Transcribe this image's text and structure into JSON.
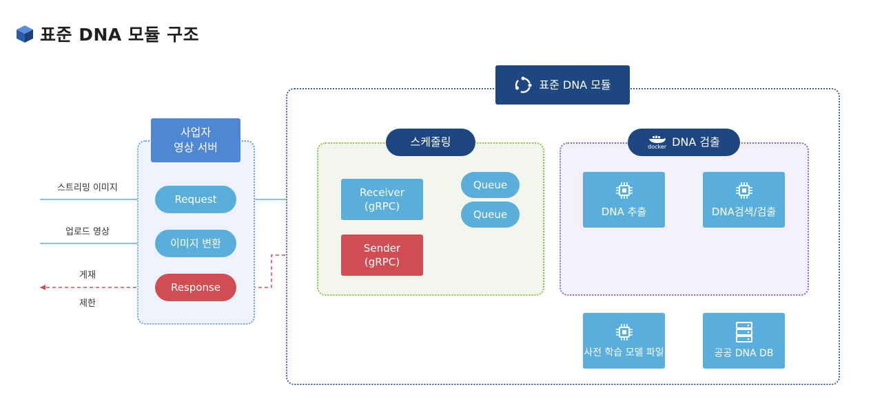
{
  "title": "표준 DNA 모듈 구조",
  "server": {
    "title_line1": "사업자",
    "title_line2": "영상 서버",
    "request": "Request",
    "convert": "이미지 변환",
    "response": "Response"
  },
  "inputs": {
    "stream": "스트리밍 이미지",
    "upload": "업로드 영상",
    "post": "게재",
    "limit": "제한"
  },
  "module": {
    "title": "표준 DNA 모듈"
  },
  "scheduling": {
    "title": "스케줄링",
    "receiver_line1": "Receiver",
    "receiver_line2": "(gRPC)",
    "queue1": "Queue",
    "queue2": "Queue",
    "sender_line1": "Sender",
    "sender_line2": "(gRPC)"
  },
  "detection": {
    "title": "DNA 검출",
    "docker_label": "docker",
    "extract": "DNA 추출",
    "search": "DNA검색/검출"
  },
  "resources": {
    "pretrained": "사전 학습 모델 파일",
    "publicdb": "공공 DNA DB"
  },
  "colors": {
    "light_blue": "#5aaedb",
    "navy": "#1e4680",
    "red": "#cf4d53",
    "server_blue": "#4f87d4",
    "green": "#8cc04b",
    "purple": "#7a6fc8"
  },
  "icons": {
    "title": "cube-icon",
    "module": "module-ring-icon",
    "detect": "docker-whale-icon",
    "chip": "chip-icon",
    "db": "server-rack-icon"
  }
}
